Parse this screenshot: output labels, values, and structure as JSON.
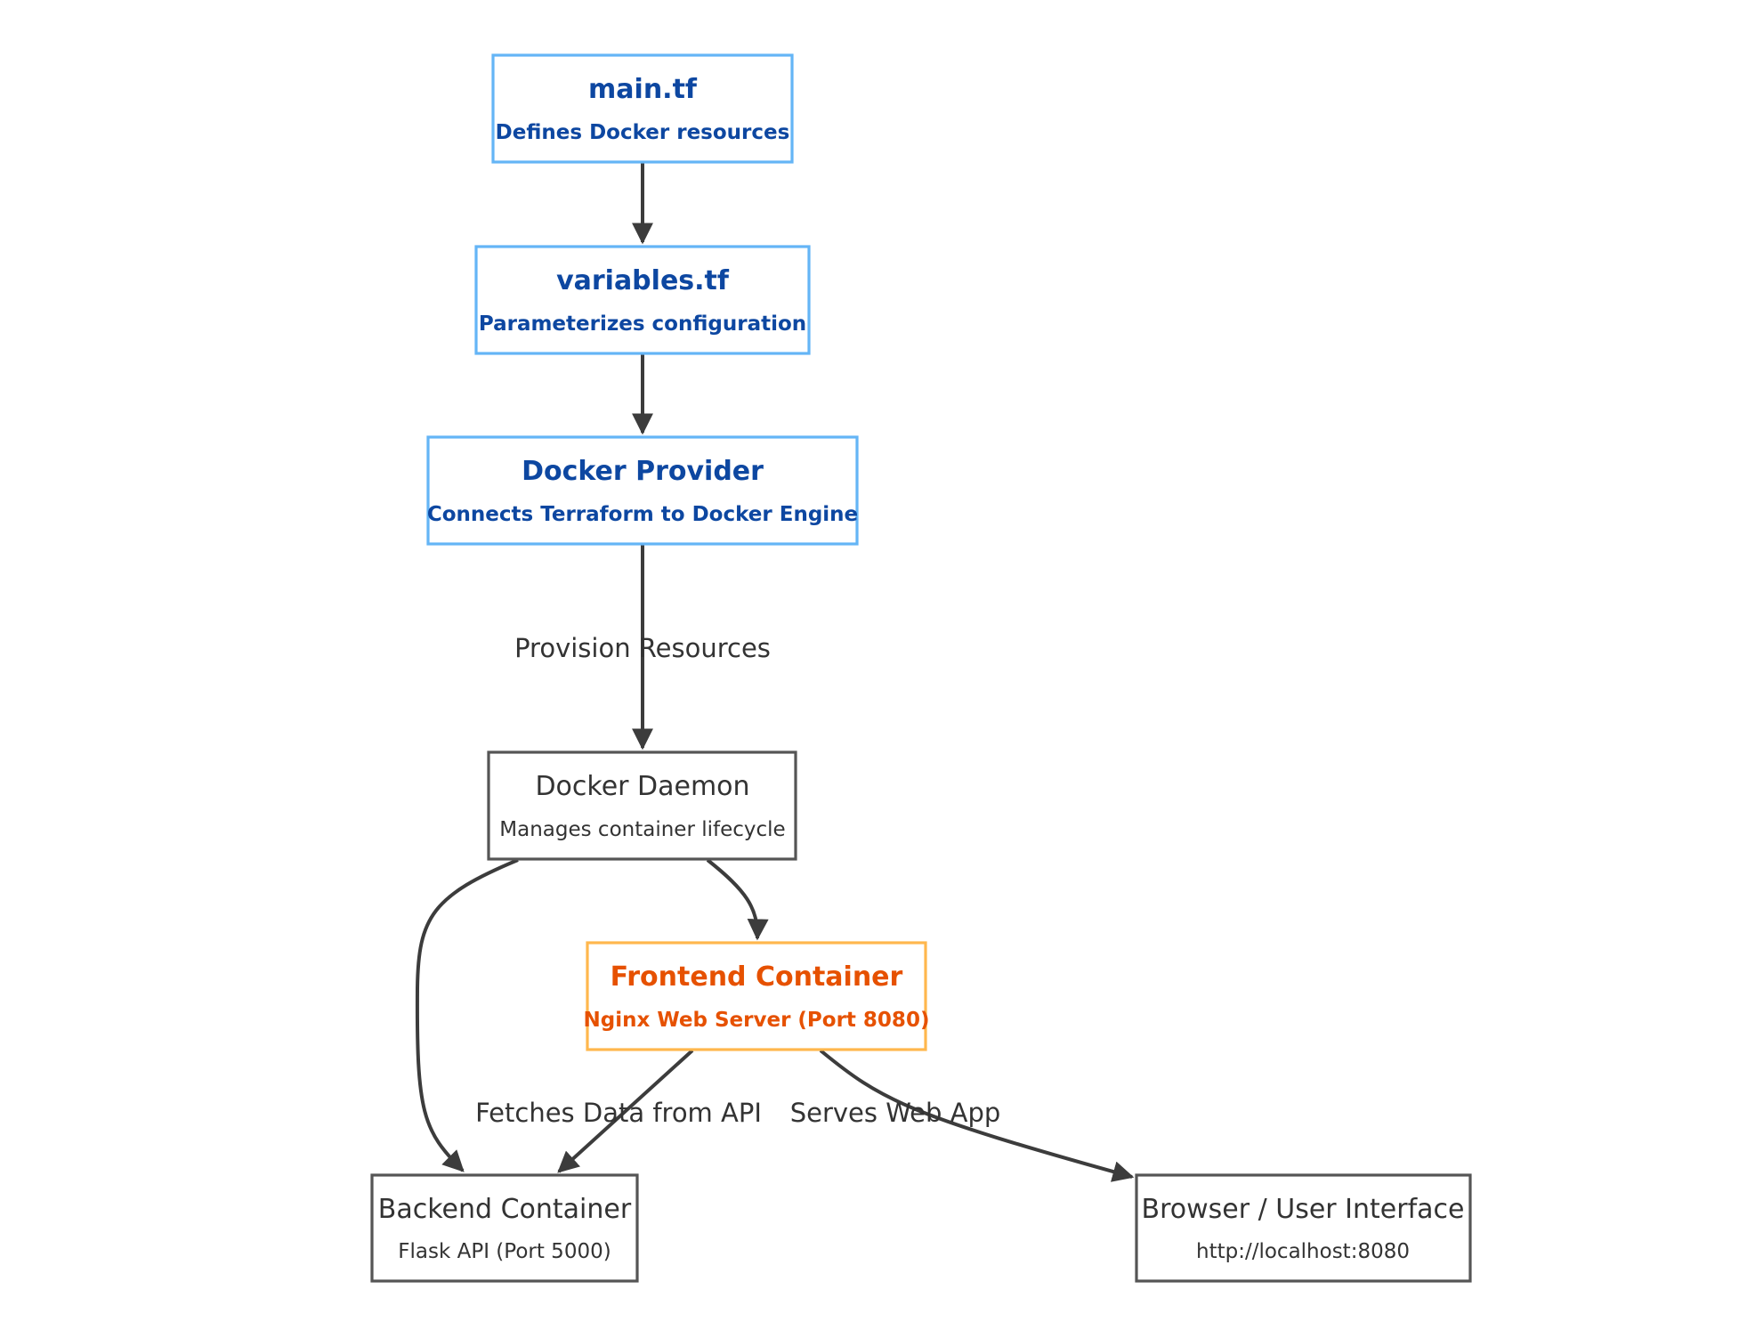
{
  "nodes": {
    "main_tf": {
      "title": "main.tf",
      "subtitle": "Defines Docker resources",
      "style": "blue"
    },
    "variables_tf": {
      "title": "variables.tf",
      "subtitle": "Parameterizes configuration",
      "style": "blue"
    },
    "docker_provider": {
      "title": "Docker Provider",
      "subtitle": "Connects Terraform to Docker Engine",
      "style": "blue"
    },
    "docker_daemon": {
      "title": "Docker Daemon",
      "subtitle": "Manages container lifecycle",
      "style": "gray"
    },
    "frontend": {
      "title": "Frontend Container",
      "subtitle": "Nginx Web Server (Port 8080)",
      "style": "orange"
    },
    "backend": {
      "title": "Backend Container",
      "subtitle": "Flask API (Port 5000)",
      "style": "gray"
    },
    "browser": {
      "title": "Browser / User Interface",
      "subtitle": "http://localhost:8080",
      "style": "gray"
    }
  },
  "edges": [
    {
      "from": "main_tf",
      "to": "variables_tf",
      "label": ""
    },
    {
      "from": "variables_tf",
      "to": "docker_provider",
      "label": ""
    },
    {
      "from": "docker_provider",
      "to": "docker_daemon",
      "label": "Provision Resources"
    },
    {
      "from": "docker_daemon",
      "to": "frontend",
      "label": ""
    },
    {
      "from": "docker_daemon",
      "to": "backend",
      "label": ""
    },
    {
      "from": "frontend",
      "to": "backend",
      "label": "Fetches Data from API"
    },
    {
      "from": "frontend",
      "to": "browser",
      "label": "Serves Web App"
    }
  ],
  "colors": {
    "blue_border": "#64b5f6",
    "blue_text": "#0d47a1",
    "orange_border": "#ffb74d",
    "orange_text": "#e65100",
    "gray_border": "#555555",
    "gray_text": "#333333",
    "edge": "#3c3c3c"
  }
}
